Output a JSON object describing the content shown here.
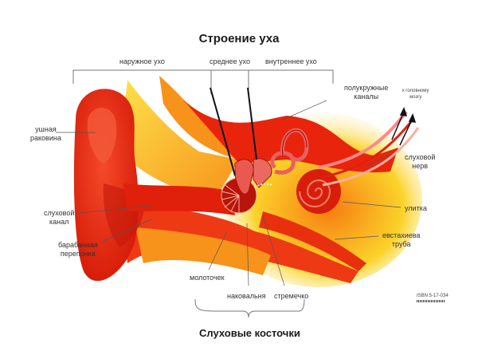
{
  "title": "Строение уха",
  "sections": {
    "outer": "наружное ухо",
    "middle": "среднее ухо",
    "inner": "внутреннее ухо"
  },
  "labels": {
    "auricle": [
      "ушная",
      "раковина"
    ],
    "ear_canal": [
      "слуховой",
      "канал"
    ],
    "eardrum": [
      "барабанная",
      "перепонка"
    ],
    "semicircular_canals": [
      "полукружные",
      "каналы"
    ],
    "to_brain": [
      "к головному",
      "мозгу"
    ],
    "auditory_nerve": [
      "слуховой",
      "нерв"
    ],
    "cochlea": "улитка",
    "eustachian_tube": [
      "евстахиева",
      "труба"
    ],
    "malleus": "молоточек",
    "incus": "наковальня",
    "stapes": "стремечко"
  },
  "ossicles_title": "Слуховые косточки",
  "isbn": "ISBN 5-17-034",
  "colors": {
    "deep_red": "#d81e0a",
    "red": "#f2270c",
    "orange": "#f77b12",
    "yellow": "#fbd32a",
    "pale_yellow": "#fdf0a0",
    "line": "#555555"
  }
}
